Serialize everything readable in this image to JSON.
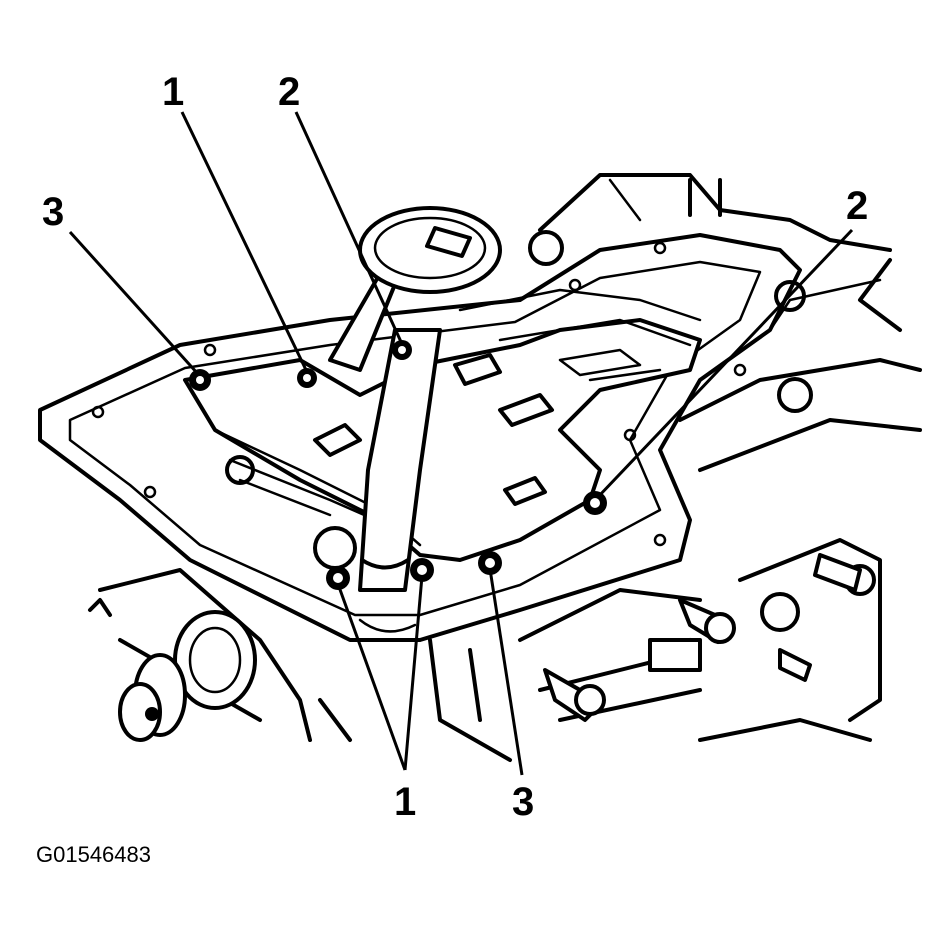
{
  "figure": {
    "id_label": "G01546483",
    "callouts": [
      {
        "key": "c1-top",
        "text": "1"
      },
      {
        "key": "c2-top",
        "text": "2"
      },
      {
        "key": "c3-left",
        "text": "3"
      },
      {
        "key": "c2-right",
        "text": "2"
      },
      {
        "key": "c1-bottom",
        "text": "1"
      },
      {
        "key": "c3-bottom",
        "text": "3"
      }
    ],
    "colors": {
      "ink": "#000000",
      "paper": "#ffffff"
    }
  }
}
